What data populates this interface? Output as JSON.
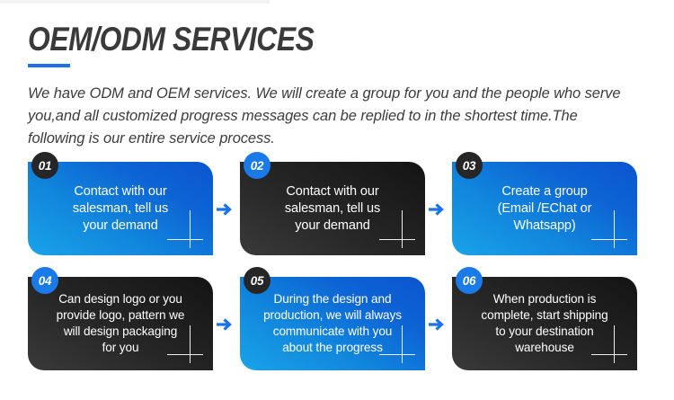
{
  "header": {
    "title": "OEM/ODM SERVICES",
    "subtitle": "We have ODM and OEM services. We will create a group for you and the people who serve you,and all customized progress messages can be replied to in the shortest time.The following is our entire service process.",
    "accent_color": "#1a72e8"
  },
  "colors": {
    "blue_card_start": "#1aa3e8",
    "blue_card_end": "#0b55cf",
    "dark_card_start": "#3a3a3a",
    "dark_card_end": "#141414",
    "badge_blue": "#1a7ae8",
    "badge_dark": "#262626",
    "arrow_blue": "#1a72e8",
    "title_color": "#3a3a3a",
    "text_color": "#ffffff",
    "background": "#ffffff"
  },
  "process": {
    "rows": [
      {
        "steps": [
          {
            "number": "01",
            "text": "Contact with our\nsalesman, tell us\nyour demand",
            "style": "blue",
            "badge_style": "dark"
          },
          {
            "number": "02",
            "text": "Contact with our\nsalesman, tell us\nyour demand",
            "style": "dark",
            "badge_style": "blue"
          },
          {
            "number": "03",
            "text": "Create a group\n(Email /EChat or\nWhatsapp)",
            "style": "blue",
            "badge_style": "dark"
          }
        ]
      },
      {
        "steps": [
          {
            "number": "04",
            "text": "Can design logo or you\nprovide logo, pattern we\nwill design packaging\nfor you",
            "style": "dark",
            "badge_style": "blue"
          },
          {
            "number": "05",
            "text": "During the design and\nproduction, we will always\ncommunicate with you\nabout the progress",
            "style": "blue",
            "badge_style": "dark"
          },
          {
            "number": "06",
            "text": "When production is\ncomplete, start shipping\nto your destination\nwarehouse",
            "style": "dark",
            "badge_style": "blue"
          }
        ]
      }
    ],
    "arrow_icon": "arrow-right-icon"
  }
}
